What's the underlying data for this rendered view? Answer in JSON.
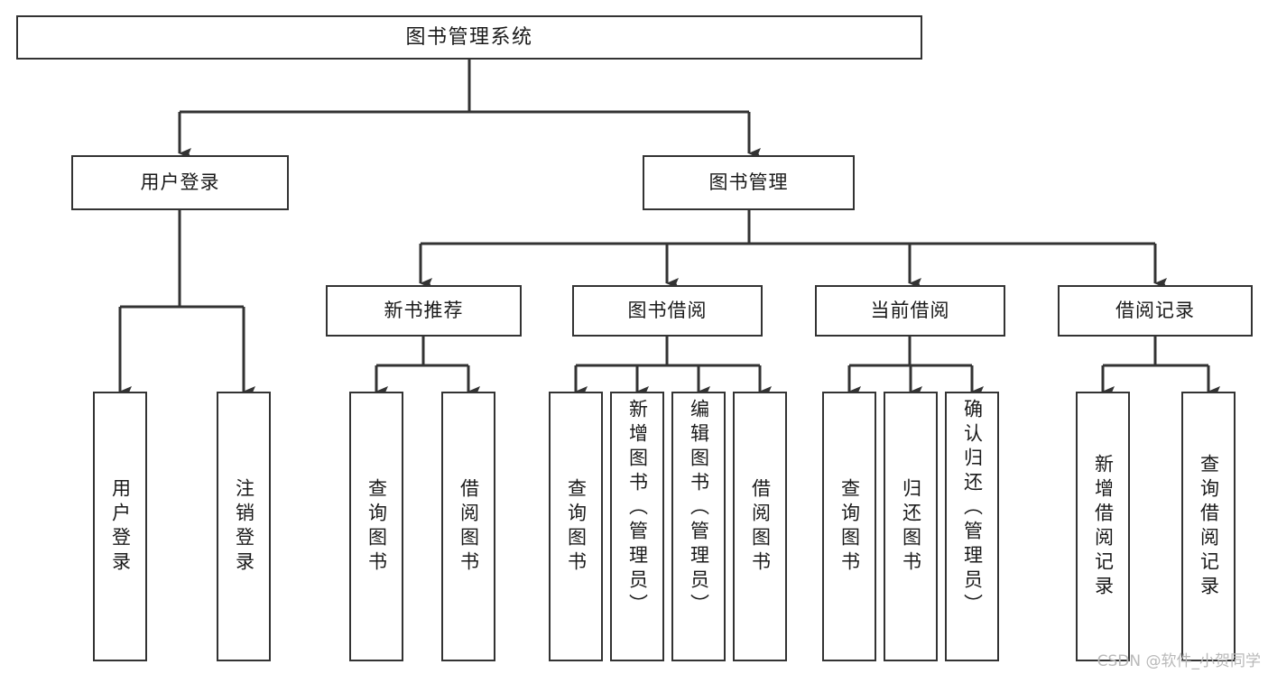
{
  "diagram": {
    "title": "图书管理系统",
    "type": "hierarchy-tree",
    "orientation": "top-down",
    "background_color": "#ffffff",
    "line_color": "#333333",
    "text_color": "#1a1a1a"
  },
  "watermark": {
    "text": "CSDN @软件_小贺同学",
    "color": "#b9b9b9"
  },
  "nodes": {
    "root": {
      "label": "图书管理系统"
    },
    "level2": [
      {
        "id": "user-login",
        "label": "用户登录"
      },
      {
        "id": "book-manage",
        "label": "图书管理"
      }
    ],
    "level3": [
      {
        "id": "new-book-recommend",
        "label": "新书推荐"
      },
      {
        "id": "book-borrow",
        "label": "图书借阅"
      },
      {
        "id": "current-borrow",
        "label": "当前借阅"
      },
      {
        "id": "borrow-record",
        "label": "借阅记录"
      }
    ],
    "leaves": {
      "user_login": [
        {
          "id": "leaf-user-login",
          "label": "用户登录"
        },
        {
          "id": "leaf-user-logout",
          "label": "注销登录"
        }
      ],
      "new_book_recommend": [
        {
          "id": "leaf-query-book-1",
          "label": "查询图书"
        },
        {
          "id": "leaf-borrow-book-1",
          "label": "借阅图书"
        }
      ],
      "book_borrow": [
        {
          "id": "leaf-query-book-2",
          "label": "查询图书"
        },
        {
          "id": "leaf-add-book",
          "label": "新增图书（管理员）"
        },
        {
          "id": "leaf-edit-book",
          "label": "编辑图书（管理员）"
        },
        {
          "id": "leaf-borrow-book-2",
          "label": "借阅图书"
        }
      ],
      "current_borrow": [
        {
          "id": "leaf-query-book-3",
          "label": "查询图书"
        },
        {
          "id": "leaf-return-book",
          "label": "归还图书"
        },
        {
          "id": "leaf-confirm-return",
          "label": "确认归还（管理员）"
        }
      ],
      "borrow_record": [
        {
          "id": "leaf-add-record",
          "label": "新增借阅记录"
        },
        {
          "id": "leaf-query-record",
          "label": "查询借阅记录"
        }
      ]
    }
  }
}
